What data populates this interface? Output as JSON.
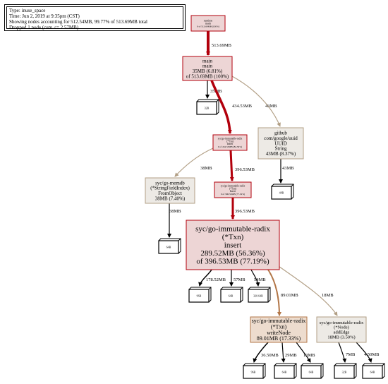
{
  "legend": {
    "type_line": "Type: inuse_space",
    "time_line": "Time: Jun 2, 2019 at 9:35pm (CST)",
    "showing_line": "Showing nodes accounting for 512.54MB, 99.77% of 513.69MB total",
    "dropped_line": "Dropped 1 node (cum <= 2.57MB)"
  },
  "colors": {
    "hot_edge": "#b2000c",
    "warm_edge": "#b27647",
    "cool_edge": "#b29f85",
    "cold_edge": "#000000",
    "node_hot_fill": "#edd5d5",
    "node_hot_border": "#b2000c",
    "node_warm_fill": "#eddcce",
    "node_warm_border": "#b27647",
    "node_cool_fill": "#edeae5",
    "node_cool_border": "#b29f85"
  },
  "nodes": {
    "runtime_main": {
      "lines": [
        "runtime",
        "main",
        "0 of 513.69MB (100%)"
      ]
    },
    "main_main": {
      "lines": [
        "main",
        "main",
        "35MB (6.81%)",
        "of 513.69MB (100%)"
      ]
    },
    "radix_txn_insert_outer": {
      "lines": [
        "syc/go-immutable-radix",
        "(*Txn)",
        "Insert",
        "0 of 434.53MB (84.59%)"
      ]
    },
    "radix_txn_insert_mid": {
      "lines": [
        "syc/go-immutable-radix",
        "(*Txn)",
        "Insert",
        "0 of 396.53MB (77.19%)"
      ]
    },
    "memdb_fromobject": {
      "lines": [
        "syc/go-memdb",
        "(*StringFieldIndex)",
        "FromObject",
        "38MB (7.40%)"
      ]
    },
    "uuid_string": {
      "lines": [
        "github",
        "com/google/uuid",
        "UUID",
        "String",
        "43MB (8.37%)"
      ]
    },
    "radix_insert_main": {
      "lines": [
        "syc/go-immutable-radix",
        "(*Txn)",
        "insert",
        "289.52MB (56.36%)",
        "of 396.53MB (77.19%)"
      ]
    },
    "radix_writenode": {
      "lines": [
        "syc/go-immutable-radix",
        "(*Txn)",
        "writeNode",
        "89.01MB (17.33%)"
      ]
    },
    "radix_addedge": {
      "lines": [
        "syc/go-immutable-radix",
        "(*Node)",
        "addEdge",
        "18MB (3.50%)"
      ]
    }
  },
  "leaves": {
    "leaf_main": "32B",
    "leaf_memdb": "64B",
    "leaf_uuid": "48B",
    "leaf_insert_1": "96B",
    "leaf_insert_2": "64B",
    "leaf_insert_3": "320.64B",
    "leaf_write_1": "96B",
    "leaf_write_2": "64B",
    "leaf_write_3": "64B",
    "leaf_edge_1": "32B",
    "leaf_edge_2": "64B"
  },
  "edges": {
    "runtime_to_main": "513.69MB",
    "main_to_leaf": "35MB",
    "main_to_outer": "434.53MB",
    "main_to_uuid": "43MB",
    "outer_to_mid": "396.53MB",
    "outer_to_memdb": "38MB",
    "mid_to_insert": "396.53MB",
    "memdb_to_leaf": "38MB",
    "uuid_to_leaf": "43MB",
    "insert_to_leaf1": "178.52MB",
    "insert_to_leaf2": "57MB",
    "insert_to_leaf3": "54MB",
    "insert_to_writenode": "89.01MB",
    "insert_to_addedge": "18MB",
    "write_to_leaf1": "36.50MB",
    "write_to_leaf2": "29MB",
    "write_to_leaf3": "13MB",
    "edge_to_leaf1": "7MB",
    "edge_to_leaf2": "4.50MB"
  }
}
